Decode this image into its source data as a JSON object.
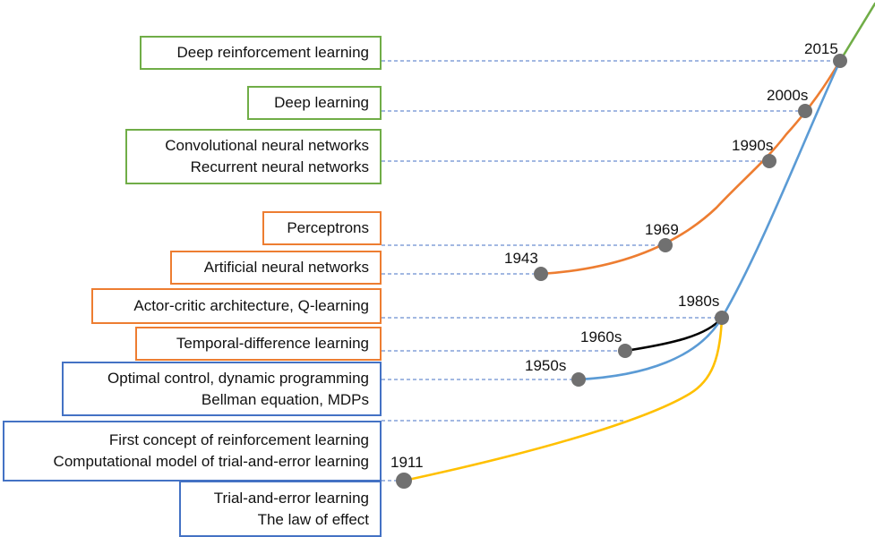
{
  "colors": {
    "green": "#70ad47",
    "orange": "#ed7d31",
    "blue": "#5b9bd5",
    "box_blue": "#4472c4",
    "yellow": "#ffc000",
    "black": "#000000",
    "node": "#707070",
    "dash": "#4472c4"
  },
  "milestones": [
    {
      "id": "m2015",
      "year": "2015"
    },
    {
      "id": "m2000s",
      "year": "2000s"
    },
    {
      "id": "m1990s",
      "year": "1990s"
    },
    {
      "id": "m1969",
      "year": "1969"
    },
    {
      "id": "m1943",
      "year": "1943"
    },
    {
      "id": "m1980s",
      "year": "1980s"
    },
    {
      "id": "m1960s",
      "year": "1960s"
    },
    {
      "id": "m1950s",
      "year": "1950s"
    },
    {
      "id": "m1911",
      "year": "1911"
    }
  ],
  "boxes": [
    {
      "id": "deep-rl",
      "color": "green",
      "lines": [
        "Deep reinforcement learning"
      ]
    },
    {
      "id": "deep-learning",
      "color": "green",
      "lines": [
        "Deep learning"
      ]
    },
    {
      "id": "cnn-rnn",
      "color": "green",
      "lines": [
        "Convolutional neural networks",
        "Recurrent neural networks"
      ]
    },
    {
      "id": "perceptrons",
      "color": "orange",
      "lines": [
        "Perceptrons"
      ]
    },
    {
      "id": "ann",
      "color": "orange",
      "lines": [
        "Artificial neural networks"
      ]
    },
    {
      "id": "actor-critic",
      "color": "orange",
      "lines": [
        "Actor-critic architecture, Q-learning"
      ]
    },
    {
      "id": "td-learning",
      "color": "orange",
      "lines": [
        "Temporal-difference learning"
      ]
    },
    {
      "id": "optimal-control",
      "color": "blue",
      "lines": [
        "Optimal control, dynamic programming",
        "Bellman equation, MDPs"
      ]
    },
    {
      "id": "first-concept",
      "color": "blue",
      "lines": [
        "First concept of reinforcement learning",
        "Computational model of trial-and-error learning"
      ]
    },
    {
      "id": "trial-error",
      "color": "blue",
      "lines": [
        "Trial-and-error learning",
        "The law of effect"
      ]
    }
  ]
}
